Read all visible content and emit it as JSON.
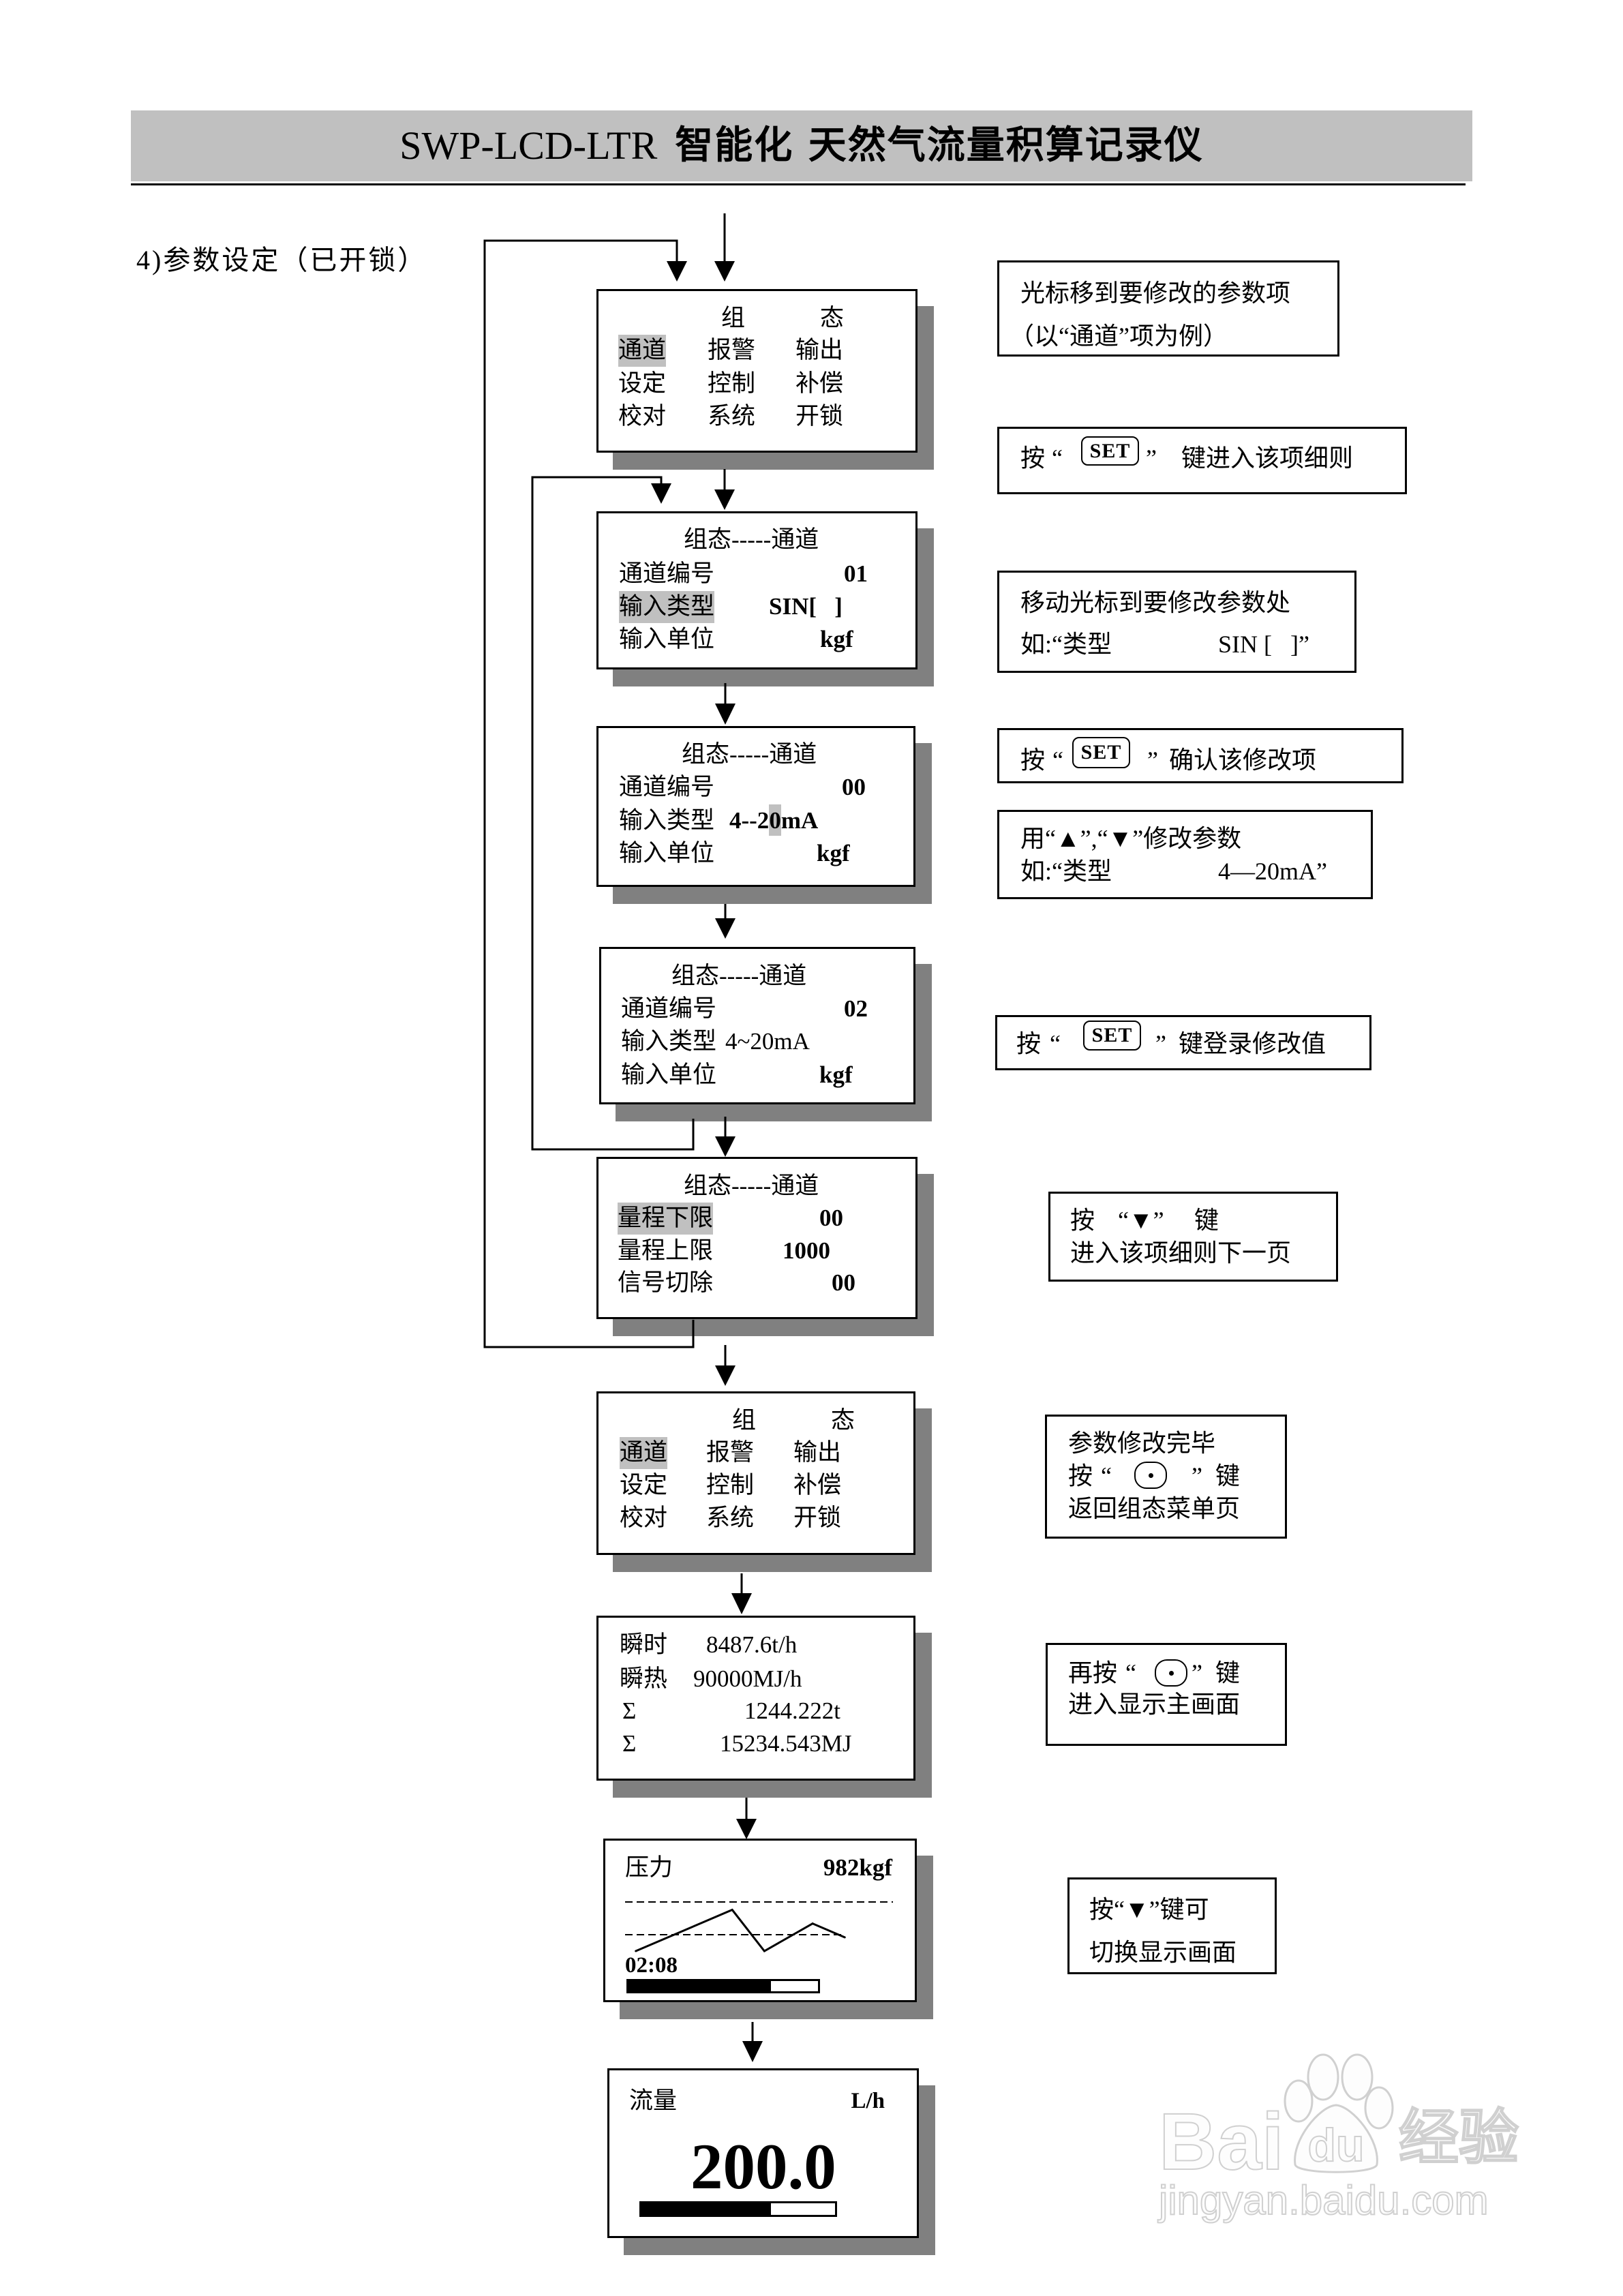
{
  "colors": {
    "header_band": "#c0c0c0",
    "box_shadow": "#808080",
    "cursor_highlight": "#c0c0c0",
    "watermark_outline": "#d0d0d0"
  },
  "header": {
    "model": "SWP-LCD-LTR",
    "title": "智能化 天然气流量积算记录仪"
  },
  "section_label": "4)参数设定（已开锁）",
  "screens": {
    "config_menu": {
      "title": [
        "组",
        "态"
      ],
      "rows": [
        [
          "通道",
          "报警",
          "输出"
        ],
        [
          "设定",
          "控制",
          "补偿"
        ],
        [
          "校对",
          "系统",
          "开锁"
        ]
      ],
      "cursor": "通道"
    },
    "channel_select": {
      "title": "组态-----通道",
      "rows": [
        {
          "label": "通道编号",
          "value": "01"
        },
        {
          "label": "输入类型",
          "value": "SIN[   ]"
        },
        {
          "label": "输入单位",
          "value": "kgf"
        }
      ],
      "cursor": "输入类型"
    },
    "channel_edit": {
      "title": "组态-----通道",
      "rows": [
        {
          "label": "通道编号",
          "value": "00"
        },
        {
          "label": "输入类型",
          "value_before_cursor": "4--2",
          "value_cursor": "0",
          "value_after_cursor": "mA"
        },
        {
          "label": "输入单位",
          "value": "kgf"
        }
      ]
    },
    "channel_saved": {
      "title": "组态-----通道",
      "rows": [
        {
          "label": "通道编号",
          "value": "02"
        },
        {
          "label": "输入类型",
          "value": "4~20mA"
        },
        {
          "label": "输入单位",
          "value": "kgf"
        }
      ]
    },
    "channel_range": {
      "title": "组态-----通道",
      "rows": [
        {
          "label": "量程下限",
          "value": "00"
        },
        {
          "label": "量程上限",
          "value": "1000"
        },
        {
          "label": "信号切除",
          "value": "00"
        }
      ],
      "cursor": "量程下限"
    },
    "config_menu_return": {
      "title": [
        "组",
        "态"
      ],
      "rows": [
        [
          "通道",
          "报警",
          "输出"
        ],
        [
          "设定",
          "控制",
          "补偿"
        ],
        [
          "校对",
          "系统",
          "开锁"
        ]
      ],
      "cursor": "通道"
    },
    "main_display": {
      "rows": [
        {
          "label": "瞬时",
          "value": "8487.6t/h"
        },
        {
          "label": "瞬热",
          "value": "90000MJ/h"
        },
        {
          "label": "Σ",
          "value": "1244.222t"
        },
        {
          "label": "Σ",
          "value": "15234.543MJ"
        }
      ]
    },
    "pressure_display": {
      "label": "压力",
      "value": "982kgf",
      "time": "02:08",
      "bar_fraction": 0.75,
      "trend": {
        "x": [
          4,
          40,
          52,
          70,
          82
        ],
        "y": [
          25,
          88,
          25,
          67,
          46
        ],
        "x_range": [
          0,
          100
        ],
        "y_range": [
          0,
          100
        ],
        "ref_lines": [
          {
            "y": 100,
            "x_end": 100
          },
          {
            "y": 50,
            "x_end": 82
          }
        ]
      }
    },
    "flow_display": {
      "label": "流量",
      "unit": "L/h",
      "value": "200.0",
      "bar_fraction": 0.67
    }
  },
  "notes": {
    "select_item": {
      "line1": "光标移到要修改的参数项",
      "line2": "（以“通道”项为例）"
    },
    "enter_item": {
      "press": "按",
      "open_quote": "“",
      "key": "SET",
      "close_quote": "”",
      "action": "键进入该项细则"
    },
    "move_cursor": {
      "line1": "移动光标到要修改参数处",
      "example_prefix": "如:“类型",
      "example_value": "SIN [   ]”"
    },
    "confirm_item": {
      "press": "按",
      "open_quote": "“",
      "key": "SET",
      "close_quote": "”",
      "action": "确认该修改项"
    },
    "modify_value": {
      "line1": "用“▲”,“▼”修改参数",
      "example_prefix": "如:“类型",
      "example_value": "4—20mA”"
    },
    "save_value": {
      "press": "按",
      "open_quote": "“",
      "key": "SET",
      "close_quote": "”",
      "action": "键登录修改值"
    },
    "next_page": {
      "press": "按",
      "key_quoted": "“▼”",
      "suffix": "键",
      "line2": "进入该项细则下一页"
    },
    "finish": {
      "line1": "参数修改完毕",
      "press": "按",
      "open_quote": "“",
      "key_icon": "dot-key",
      "close_quote": "”",
      "suffix": "键",
      "line3": "返回组态菜单页"
    },
    "to_main": {
      "press": "再按",
      "open_quote": "“",
      "key_icon": "dot-key",
      "close_quote": "”",
      "suffix": "键",
      "line2": "进入显示主画面"
    },
    "switch_display": {
      "line1": "按“▼”键可",
      "line2": "切换显示画面"
    }
  },
  "watermark": {
    "brand_left": "Bai",
    "brand_paw": "du",
    "product": "经验",
    "url": "jingyan.baidu.com"
  }
}
